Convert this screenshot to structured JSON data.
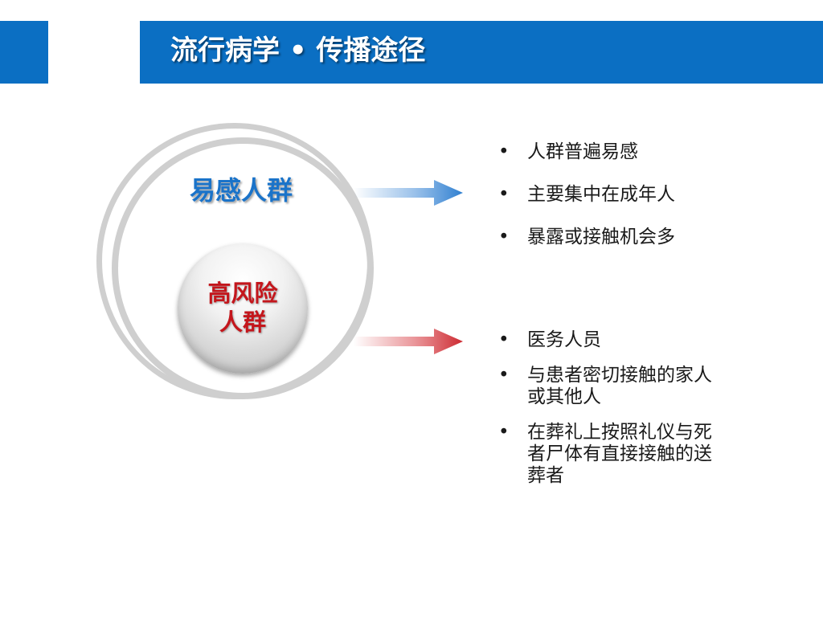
{
  "title": "流行病学 •  传播途径",
  "diagram": {
    "outer_label": "易感人群",
    "inner_label": "高风险人群"
  },
  "bullet_marker": "•",
  "top_list": [
    "人群普遍易感",
    "主要集中在成年人",
    "暴露或接触机会多"
  ],
  "bottom_list": [
    "医务人员",
    "与患者密切接触的家人或其他人",
    "在葬礼上按照礼仪与死者尸体有直接接触的送葬者"
  ],
  "colors": {
    "header_blue": "#0b6fc3",
    "susceptible_blue": "#1a73c9",
    "high_risk_red": "#c4161c",
    "ring_gray": "#cfcfcf"
  }
}
